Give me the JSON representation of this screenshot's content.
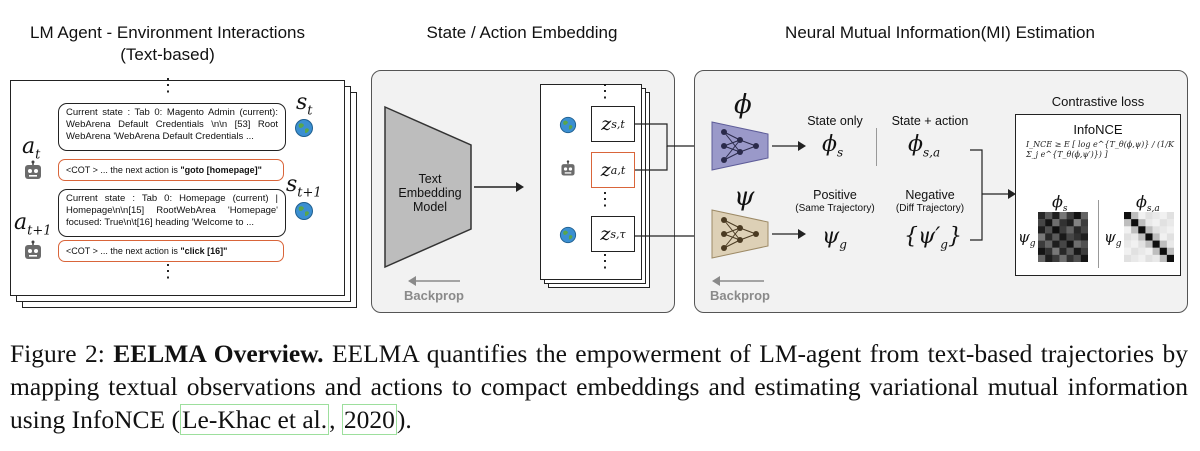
{
  "headers": {
    "left": "LM Agent - Environment Interactions",
    "left_sub": "(Text-based)",
    "middle": "State / Action Embedding",
    "right": "Neural Mutual Information(MI) Estimation"
  },
  "left_panel": {
    "state1": "Current state : Tab 0: Magento Admin (current): WebArena Default Credentials \\n\\n [53] Root WebArena 'WebArena Default Credentials ...",
    "cot1_prefix": "<COT > ... the next action is ",
    "cot1_action": "\"goto [homepage]\"",
    "state2": "Current state : Tab 0: Homepage (current) | Homepage\\n\\n[15] RootWebArea 'Homepage' focused: True\\n\\t[16] heading 'Welcome to ...",
    "cot2_prefix": "<COT > ... the next action is ",
    "cot2_action": "\"click [16]\"",
    "s_t": "s",
    "s_t_sub": "t",
    "s_t1": "s",
    "s_t1_sub": "t+1",
    "a_t": "a",
    "a_t_sub": "t",
    "a_t1": "a",
    "a_t1_sub": "t+1"
  },
  "middle_panel": {
    "model_label": "Text Embedding Model",
    "z1": "z",
    "z1_sub": "s,t",
    "z2": "z",
    "z2_sub": "a,t",
    "z3": "z",
    "z3_sub": "s,τ",
    "backprop": "Backprop"
  },
  "right_panel": {
    "phi": "ϕ",
    "psi": "ψ",
    "state_only": "State only",
    "state_action": "State + action",
    "phi_s": "ϕ",
    "phi_s_sub": "s",
    "phi_sa": "ϕ",
    "phi_sa_sub": "s,a",
    "positive": "Positive",
    "positive_sub": "(Same Trajectory)",
    "negative": "Negative",
    "negative_sub": "(Diff Trajectory)",
    "psi_g": "ψ",
    "psi_g_sub": "g",
    "psi_neg": "{ψ′",
    "psi_neg_sub": "g",
    "psi_neg_close": "}",
    "backprop": "Backprop",
    "contrastive_title": "Contrastive loss",
    "infonce_title": "InfoNCE",
    "infonce_formula": "I_NCE ≥ E [ log e^{T_θ(ϕ,ψ)} / (1/K Σ_j e^{T_θ(ϕ,ψ′)}) ]",
    "heat1_label": "ϕ",
    "heat1_sub": "s",
    "heat2_label": "ϕ",
    "heat2_sub": "s,a",
    "heat_row": "ψ",
    "heat_row_sub": "g"
  },
  "caption": {
    "prefix": "Figure 2: ",
    "title": "EELMA Overview.",
    "text": " EELMA quantifies the empowerment of LM-agent from text-based trajectories by mapping textual observations and actions to compact embeddings and estimating variational mutual information using InfoNCE (",
    "cite_author": "Le-Khac et al.",
    "cite_sep": ", ",
    "cite_year": "2020",
    "suffix": ")."
  },
  "colors": {
    "accent_orange": "#d9653a",
    "phi_net": "#7c7bb8",
    "psi_net": "#c9b697",
    "backprop_gray": "#8a8a8a"
  }
}
